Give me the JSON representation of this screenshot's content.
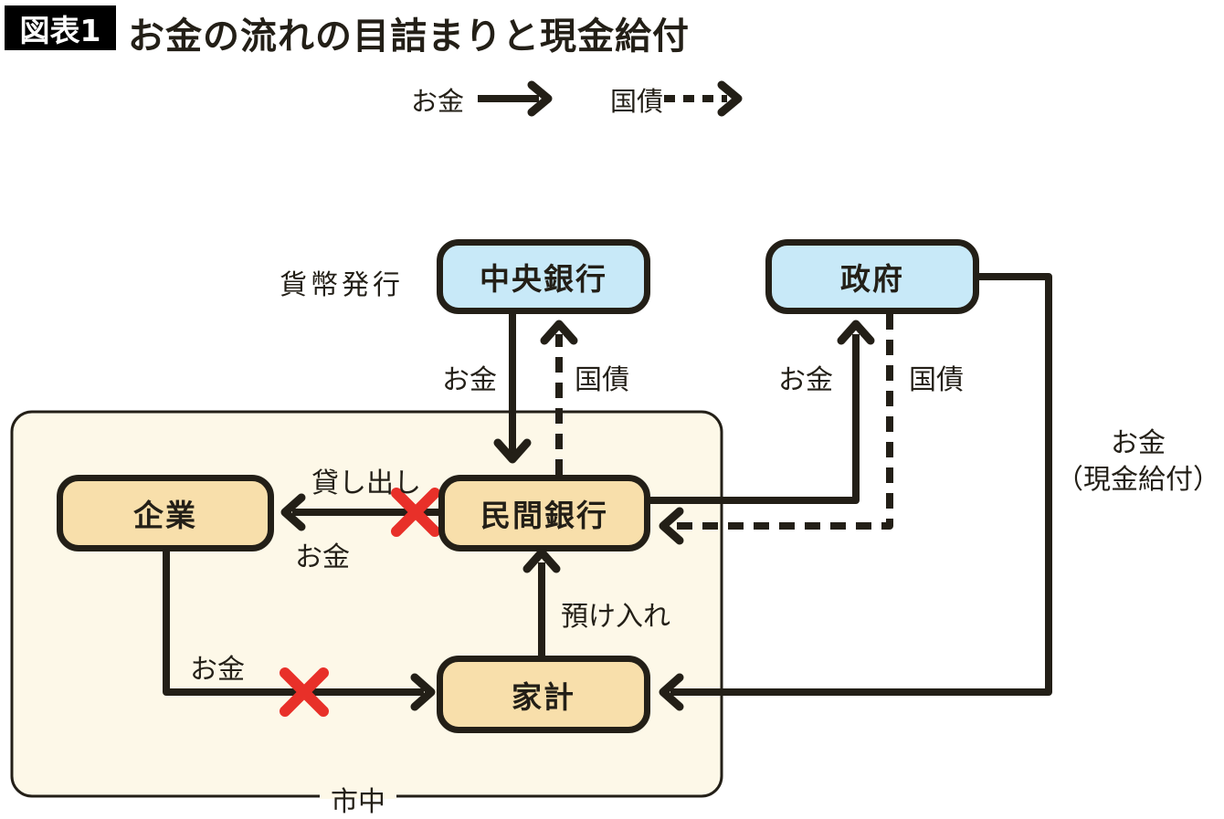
{
  "header": {
    "tag": "図表1",
    "title": "お金の流れの目詰まりと現金給付"
  },
  "legend": {
    "money": "お金",
    "bond": "国債"
  },
  "nodes": {
    "central_bank": "中央銀行",
    "government": "政府",
    "private_bank": "民間銀行",
    "company": "企業",
    "household": "家計"
  },
  "labels": {
    "currency_issuance": "貨幣発行",
    "money_centralbank_to_bank": "お金",
    "bond_bank_to_centralbank": "国債",
    "money_bank_to_government": "お金",
    "bond_government_to_bank": "国債",
    "lending": "貸し出し",
    "lending_money": "お金",
    "deposit": "預け入れ",
    "money_company_to_household": "お金",
    "cash_benefit_line1": "お金",
    "cash_benefit_line2": "（現金給付）",
    "market": "市中"
  },
  "colors": {
    "ink": "#231f17",
    "box_blue": "#c8e9f8",
    "box_orange": "#f8dfab",
    "market_bg": "#fdf8e8",
    "cross_red": "#e83029",
    "tag_bg": "#000000",
    "tag_text": "#ffffff",
    "page_bg": "#ffffff"
  }
}
